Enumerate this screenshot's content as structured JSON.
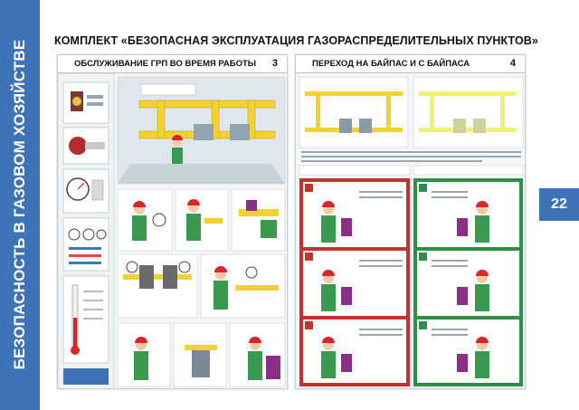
{
  "side_banner": {
    "text": "БЕЗОПАСНОСТЬ В ГАЗОВОМ ХОЗЯЙСТВЕ"
  },
  "page_number": "22",
  "set_title": "КОМПЛЕКТ «БЕЗОПАСНАЯ ЭКСПЛУАТАЦИЯ ГАЗОРАСПРЕДЕЛИТЕЛЬНЫХ ПУНКТОВ»",
  "posters": [
    {
      "title": "ОБСЛУЖИВАНИЕ ГРП ВО ВРЕМЯ РАБОТЫ",
      "number": "3"
    },
    {
      "title": "ПЕРЕХОД НА БАЙПАС И С БАЙПАСА",
      "number": "4"
    }
  ],
  "colors": {
    "banner_blue": "#3f73b8",
    "pipe_yellow": "#f2d22e",
    "worker_green": "#3a9a4f",
    "helmet_red": "#d8262b",
    "valve_purple": "#8a2f86",
    "panel_red": "#c8302e",
    "panel_green": "#2f8f46"
  }
}
